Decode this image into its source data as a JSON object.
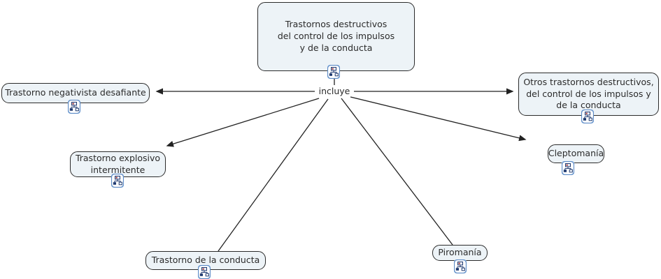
{
  "colors": {
    "canvas_bg": "#ffffff",
    "node_fill": "#edf3f7",
    "node_border": "#2b2b2b",
    "text": "#2b2b2b",
    "line": "#222222",
    "icon_frame": "#5b8ac6",
    "icon_glyph": "#1f3a70",
    "icon_accent": "#a03333"
  },
  "diagram": {
    "type": "concept-map",
    "root": {
      "label": "Trastornos destructivos\ndel control de los impulsos\ny de la conducta"
    },
    "linking_phrase": "incluye",
    "children": [
      {
        "label": "Trastorno negativista desafiante"
      },
      {
        "label": "Otros trastornos destructivos,\ndel control de los impulsos y\nde la conducta"
      },
      {
        "label": "Trastorno explosivo\nintermitente"
      },
      {
        "label": "Cleptomanía"
      },
      {
        "label": "Trastorno de la conducta"
      },
      {
        "label": "Piromanía"
      }
    ],
    "icon_meaning": "linked-cmap-icon"
  }
}
